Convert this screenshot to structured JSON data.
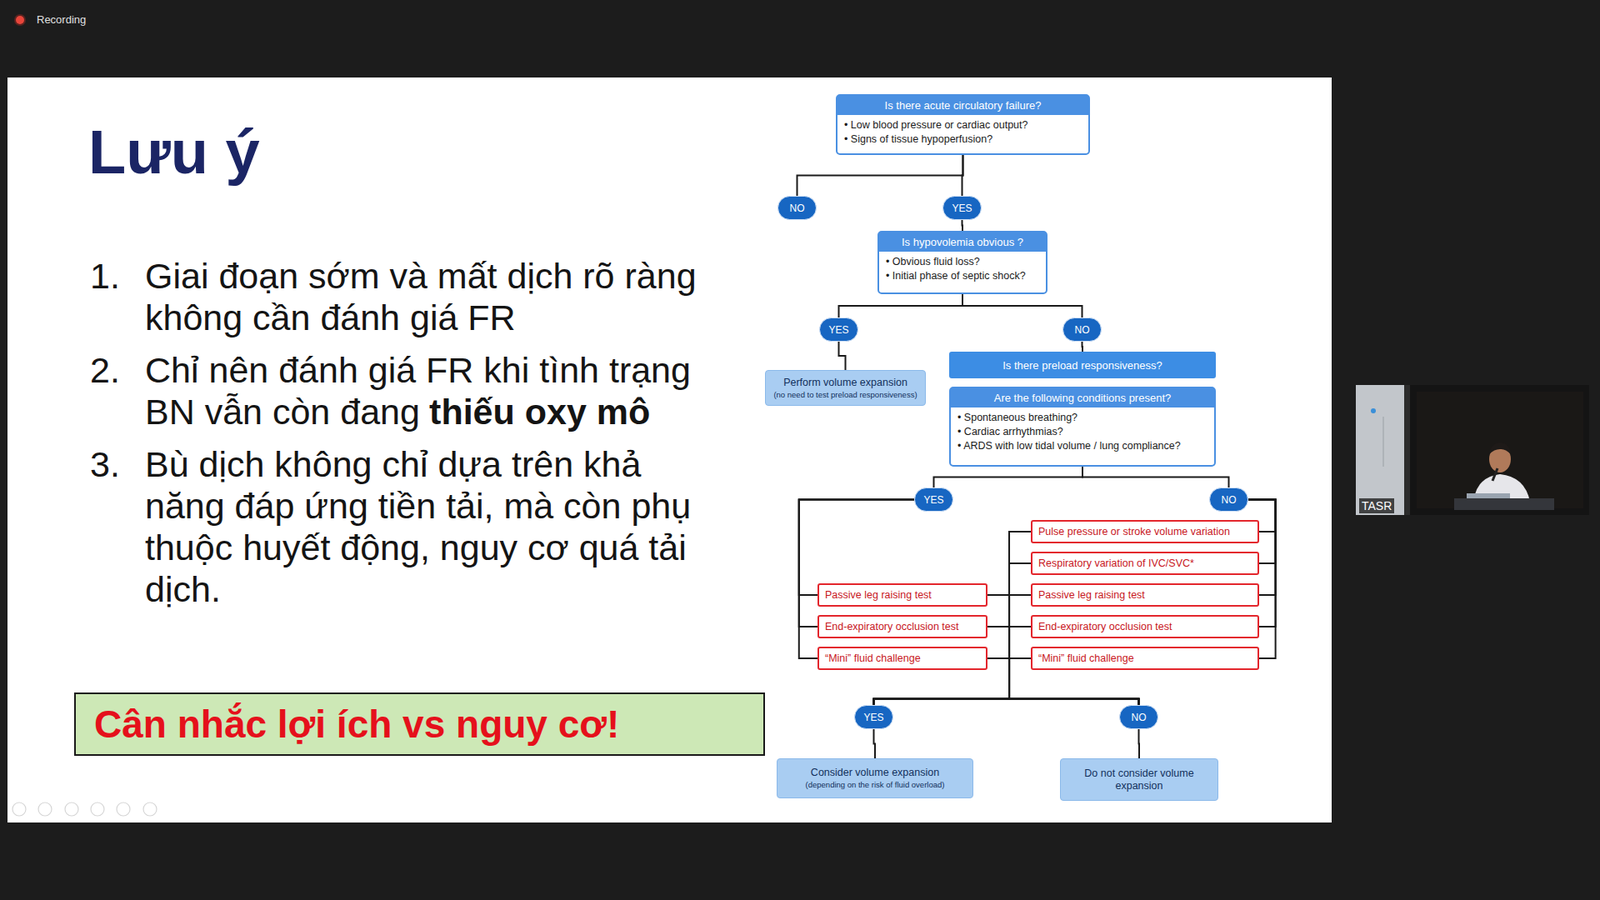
{
  "diagram": {
    "title": "Lưu ý",
    "nodes": [
      {
        "text": [
          "Is there acute circulatory failure?",
          "• Low blood pressure or cardiac output?",
          "• Signs of tissue hypoperfusion?"
        ]
      },
      {
        "text": [
          "NO"
        ]
      },
      {
        "text": [
          "YES"
        ]
      },
      {
        "text": [
          "Is hypovolemia obvious ?",
          "• Obvious fluid loss?",
          "• Initial phase of septic shock?"
        ]
      },
      {
        "text": [
          "YES"
        ]
      },
      {
        "text": [
          "NO"
        ]
      },
      {
        "text": [
          "Perform volume expansion",
          "(no need to test preload responsiveness)"
        ]
      },
      {
        "text": [
          "Is there preload responsiveness?"
        ]
      },
      {
        "text": [
          "Are the following conditions present?",
          "• Spontaneous breathing?",
          "• Cardiac arrhythmias?",
          "• ARDS with low tidal volume / lung compliance?"
        ]
      },
      {
        "text": [
          "YES"
        ]
      },
      {
        "text": [
          "NO"
        ]
      },
      {
        "text": [
          "Pulse pressure or stroke volume variation"
        ]
      },
      {
        "text": [
          "Respiratory variation of IVC/SVC*"
        ]
      },
      {
        "text": [
          "Passive leg raising test"
        ]
      },
      {
        "text": [
          "Passive leg raising test"
        ]
      },
      {
        "text": [
          "End-expiratory occlusion test"
        ]
      },
      {
        "text": [
          "End-expiratory occlusion test"
        ]
      },
      {
        "text": [
          "“Mini” fluid challenge"
        ]
      },
      {
        "text": [
          "“Mini” fluid challenge"
        ]
      },
      {
        "text": [
          "YES"
        ]
      },
      {
        "text": [
          "NO"
        ]
      },
      {
        "text": [
          "Consider volume expansion",
          "(depending on the risk of fluid overload)"
        ]
      },
      {
        "text": [
          "Do not consider volume expansion"
        ]
      },
      {
        "text": [
          "Cân nhắc lợi ích vs nguy cơ!"
        ]
      }
    ],
    "edges": [
      {
        "from": 0,
        "to": 1,
        "arrow": "none"
      },
      {
        "from": 0,
        "to": 2,
        "arrow": "none"
      },
      {
        "from": 2,
        "to": 3,
        "arrow": "none"
      },
      {
        "from": 3,
        "to": 4,
        "arrow": "none"
      },
      {
        "from": 3,
        "to": 5,
        "arrow": "none"
      },
      {
        "from": 4,
        "to": 6,
        "arrow": "none"
      },
      {
        "from": 5,
        "to": 7,
        "arrow": "none"
      },
      {
        "from": 8,
        "to": 9,
        "arrow": "none"
      },
      {
        "from": 8,
        "to": 10,
        "arrow": "none"
      },
      {
        "from": 9,
        "to": 13,
        "arrow": "none"
      },
      {
        "from": 9,
        "to": 15,
        "arrow": "none"
      },
      {
        "from": 9,
        "to": 17,
        "arrow": "none"
      },
      {
        "from": 10,
        "to": 11,
        "arrow": "none"
      },
      {
        "from": 10,
        "to": 12,
        "arrow": "none"
      },
      {
        "from": 10,
        "to": 14,
        "arrow": "none"
      },
      {
        "from": 10,
        "to": 16,
        "arrow": "none"
      },
      {
        "from": 10,
        "to": 18,
        "arrow": "none"
      },
      {
        "from": 11,
        "to": 19,
        "arrow": "none"
      },
      {
        "from": 11,
        "to": 20,
        "arrow": "none"
      },
      {
        "from": 12,
        "to": 19,
        "arrow": "none"
      },
      {
        "from": 12,
        "to": 20,
        "arrow": "none"
      },
      {
        "from": 13,
        "to": 19,
        "arrow": "none"
      },
      {
        "from": 13,
        "to": 20,
        "arrow": "none"
      },
      {
        "from": 14,
        "to": 19,
        "arrow": "none"
      },
      {
        "from": 14,
        "to": 20,
        "arrow": "none"
      },
      {
        "from": 15,
        "to": 19,
        "arrow": "none"
      },
      {
        "from": 15,
        "to": 20,
        "arrow": "none"
      },
      {
        "from": 16,
        "to": 19,
        "arrow": "none"
      },
      {
        "from": 16,
        "to": 20,
        "arrow": "none"
      },
      {
        "from": 17,
        "to": 19,
        "arrow": "none"
      },
      {
        "from": 17,
        "to": 20,
        "arrow": "none"
      },
      {
        "from": 18,
        "to": 19,
        "arrow": "none"
      },
      {
        "from": 18,
        "to": 20,
        "arrow": "none"
      },
      {
        "from": 19,
        "to": 21,
        "arrow": "none"
      },
      {
        "from": 20,
        "to": 22,
        "arrow": "none"
      }
    ],
    "labels": [
      "Recording",
      "TASR",
      "1.",
      "Giai đoạn sớm và mất dịch rõ ràng không cần đánh giá FR",
      "2.",
      "Chỉ nên đánh giá FR khi tình trạng BN vẫn còn đang",
      "thiếu oxy mô",
      "3.",
      "Bù dịch không chỉ dựa trên khả năng đáp ứng tiền tải, mà còn phụ thuộc huyết động, nguy cơ quá tải dịch."
    ]
  }
}
